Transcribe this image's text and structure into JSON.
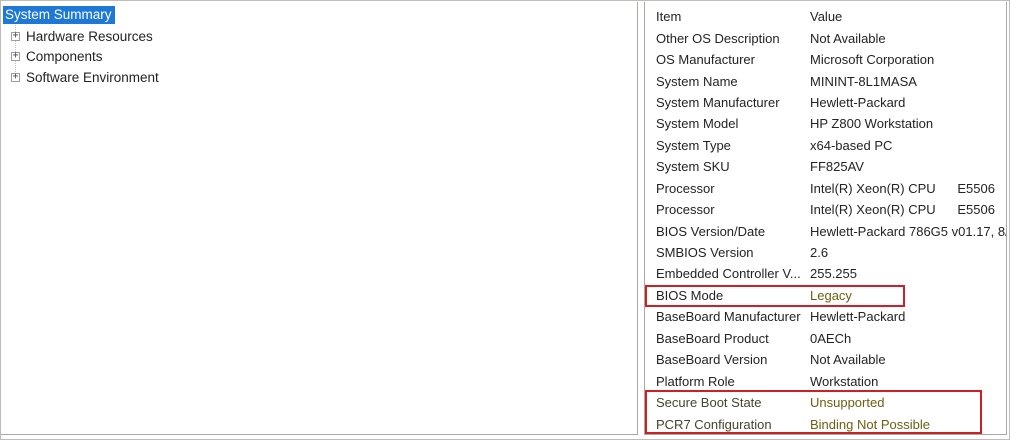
{
  "app": "System Information",
  "colors": {
    "selection_blue": "#1e79d6",
    "annotation_red": "#cd2026",
    "text_dark": "#232323",
    "olive_label": "#45452e",
    "olive_value": "#6e5e10",
    "pane_border": "#a9a9a4",
    "frame_border": "#bebeb9"
  },
  "icons": {
    "expand": "+"
  },
  "tree": {
    "items": [
      {
        "label": "System Summary",
        "selected": true,
        "expandable": false
      },
      {
        "label": "Hardware Resources",
        "selected": false,
        "expandable": true
      },
      {
        "label": "Components",
        "selected": false,
        "expandable": true
      },
      {
        "label": "Software Environment",
        "selected": false,
        "expandable": true
      }
    ]
  },
  "details": {
    "columns": [
      "Item",
      "Value"
    ],
    "rows": [
      {
        "item": "Other OS Description",
        "value": "Not Available"
      },
      {
        "item": "OS Manufacturer",
        "value": "Microsoft Corporation"
      },
      {
        "item": "System Name",
        "value": "MININT-8L1MASA"
      },
      {
        "item": "System Manufacturer",
        "value": "Hewlett-Packard"
      },
      {
        "item": "System Model",
        "value": "HP Z800 Workstation"
      },
      {
        "item": "System Type",
        "value": "x64-based PC"
      },
      {
        "item": "System SKU",
        "value": "FF825AV"
      },
      {
        "item": "Processor",
        "value": "Intel(R) Xeon(R) CPU      E5506"
      },
      {
        "item": "Processor",
        "value": "Intel(R) Xeon(R) CPU      E5506"
      },
      {
        "item": "BIOS Version/Date",
        "value": "Hewlett-Packard 786G5 v01.17, 8/"
      },
      {
        "item": "SMBIOS Version",
        "value": "2.6"
      },
      {
        "item": "Embedded Controller V...",
        "value": "255.255"
      },
      {
        "item": "BIOS Mode",
        "value": "Legacy",
        "value_tint": true,
        "boxed": true
      },
      {
        "item": "BaseBoard Manufacturer",
        "value": "Hewlett-Packard"
      },
      {
        "item": "BaseBoard Product",
        "value": "0AECh"
      },
      {
        "item": "BaseBoard Version",
        "value": "Not Available"
      },
      {
        "item": "Platform Role",
        "value": "Workstation"
      },
      {
        "item": "Secure Boot State",
        "value": "Unsupported",
        "item_tint": true,
        "value_tint": true,
        "boxed": true
      },
      {
        "item": "PCR7 Configuration",
        "value": "Binding Not Possible",
        "item_tint": true,
        "value_tint": true,
        "boxed": true
      }
    ]
  }
}
